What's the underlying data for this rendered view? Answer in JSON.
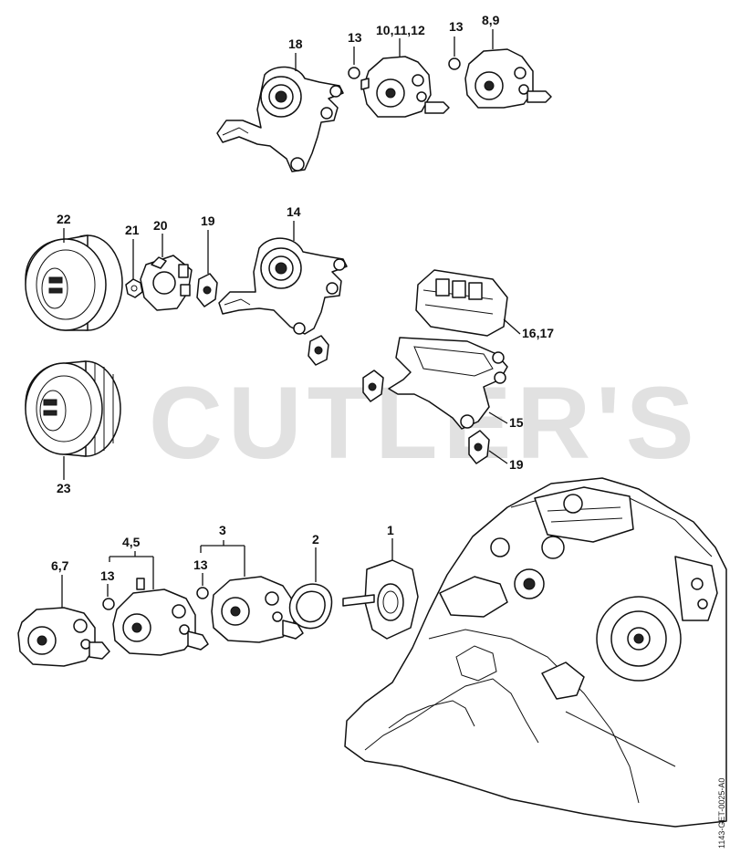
{
  "watermark": "CUTLER'S",
  "drawing_code": "1143-GET-0025-A0",
  "labels": {
    "l18": "18",
    "l13a": "13",
    "l10": "10,11,12",
    "l13b": "13",
    "l89": "8,9",
    "l22": "22",
    "l21": "21",
    "l20": "20",
    "l19a": "19",
    "l14": "14",
    "l1617": "16,17",
    "l15": "15",
    "l19b": "19",
    "l23": "23",
    "l67": "6,7",
    "l13c": "13",
    "l45": "4,5",
    "l13d": "13",
    "l3": "3",
    "l2": "2",
    "l1": "1"
  }
}
